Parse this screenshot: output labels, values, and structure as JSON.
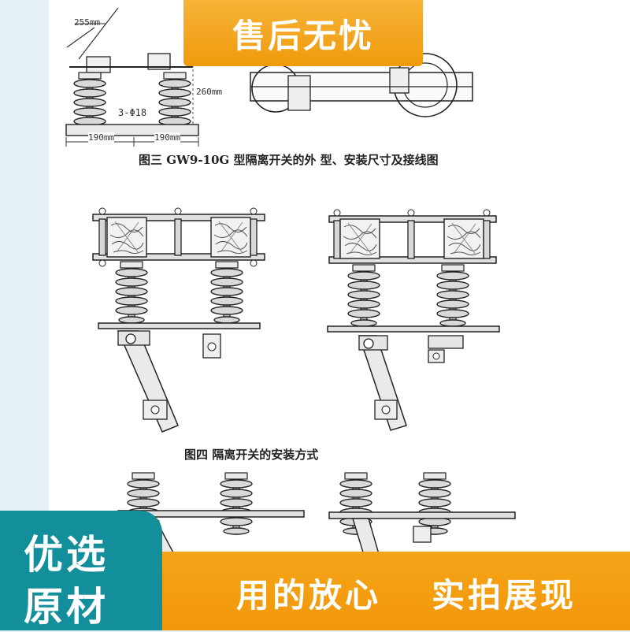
{
  "banner": {
    "text": "售后无忧"
  },
  "figure3": {
    "caption": "图三 GW9-10G 型隔离开关的外 型、安装尺寸及接线图",
    "dims": [
      "255mm",
      "260mm",
      "3-Φ18",
      "190mm",
      "190mm"
    ]
  },
  "figure4": {
    "caption": "图四 隔离开关的安装方式"
  },
  "badge": {
    "line1": "优选",
    "line2": "原材"
  },
  "slogans": [
    "用的放心",
    "实拍展现"
  ],
  "colors": {
    "orange": "#f3a11a",
    "teal": "#138f9c",
    "page_bg": "#e4eff6"
  }
}
